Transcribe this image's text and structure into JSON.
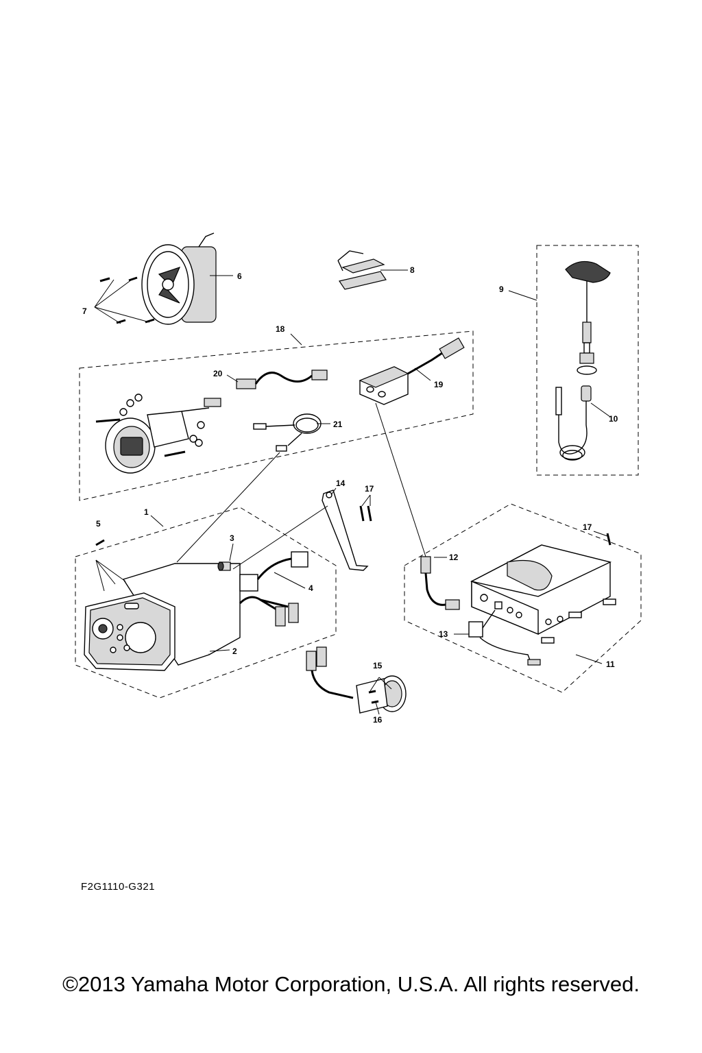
{
  "diagram": {
    "callouts": {
      "c1": "1",
      "c2": "2",
      "c3": "3",
      "c4": "4",
      "c5": "5",
      "c6": "6",
      "c7": "7",
      "c8": "8",
      "c9": "9",
      "c10": "10",
      "c11": "11",
      "c12": "12",
      "c13": "13",
      "c14": "14",
      "c15": "15",
      "c16": "16",
      "c17a": "17",
      "c17b": "17",
      "c18": "18",
      "c19": "19",
      "c20": "20",
      "c21": "21"
    },
    "drawing_code": "F2G1110-G321",
    "copyright": "©2013 Yamaha Motor Corporation, U.S.A. All rights reserved."
  }
}
